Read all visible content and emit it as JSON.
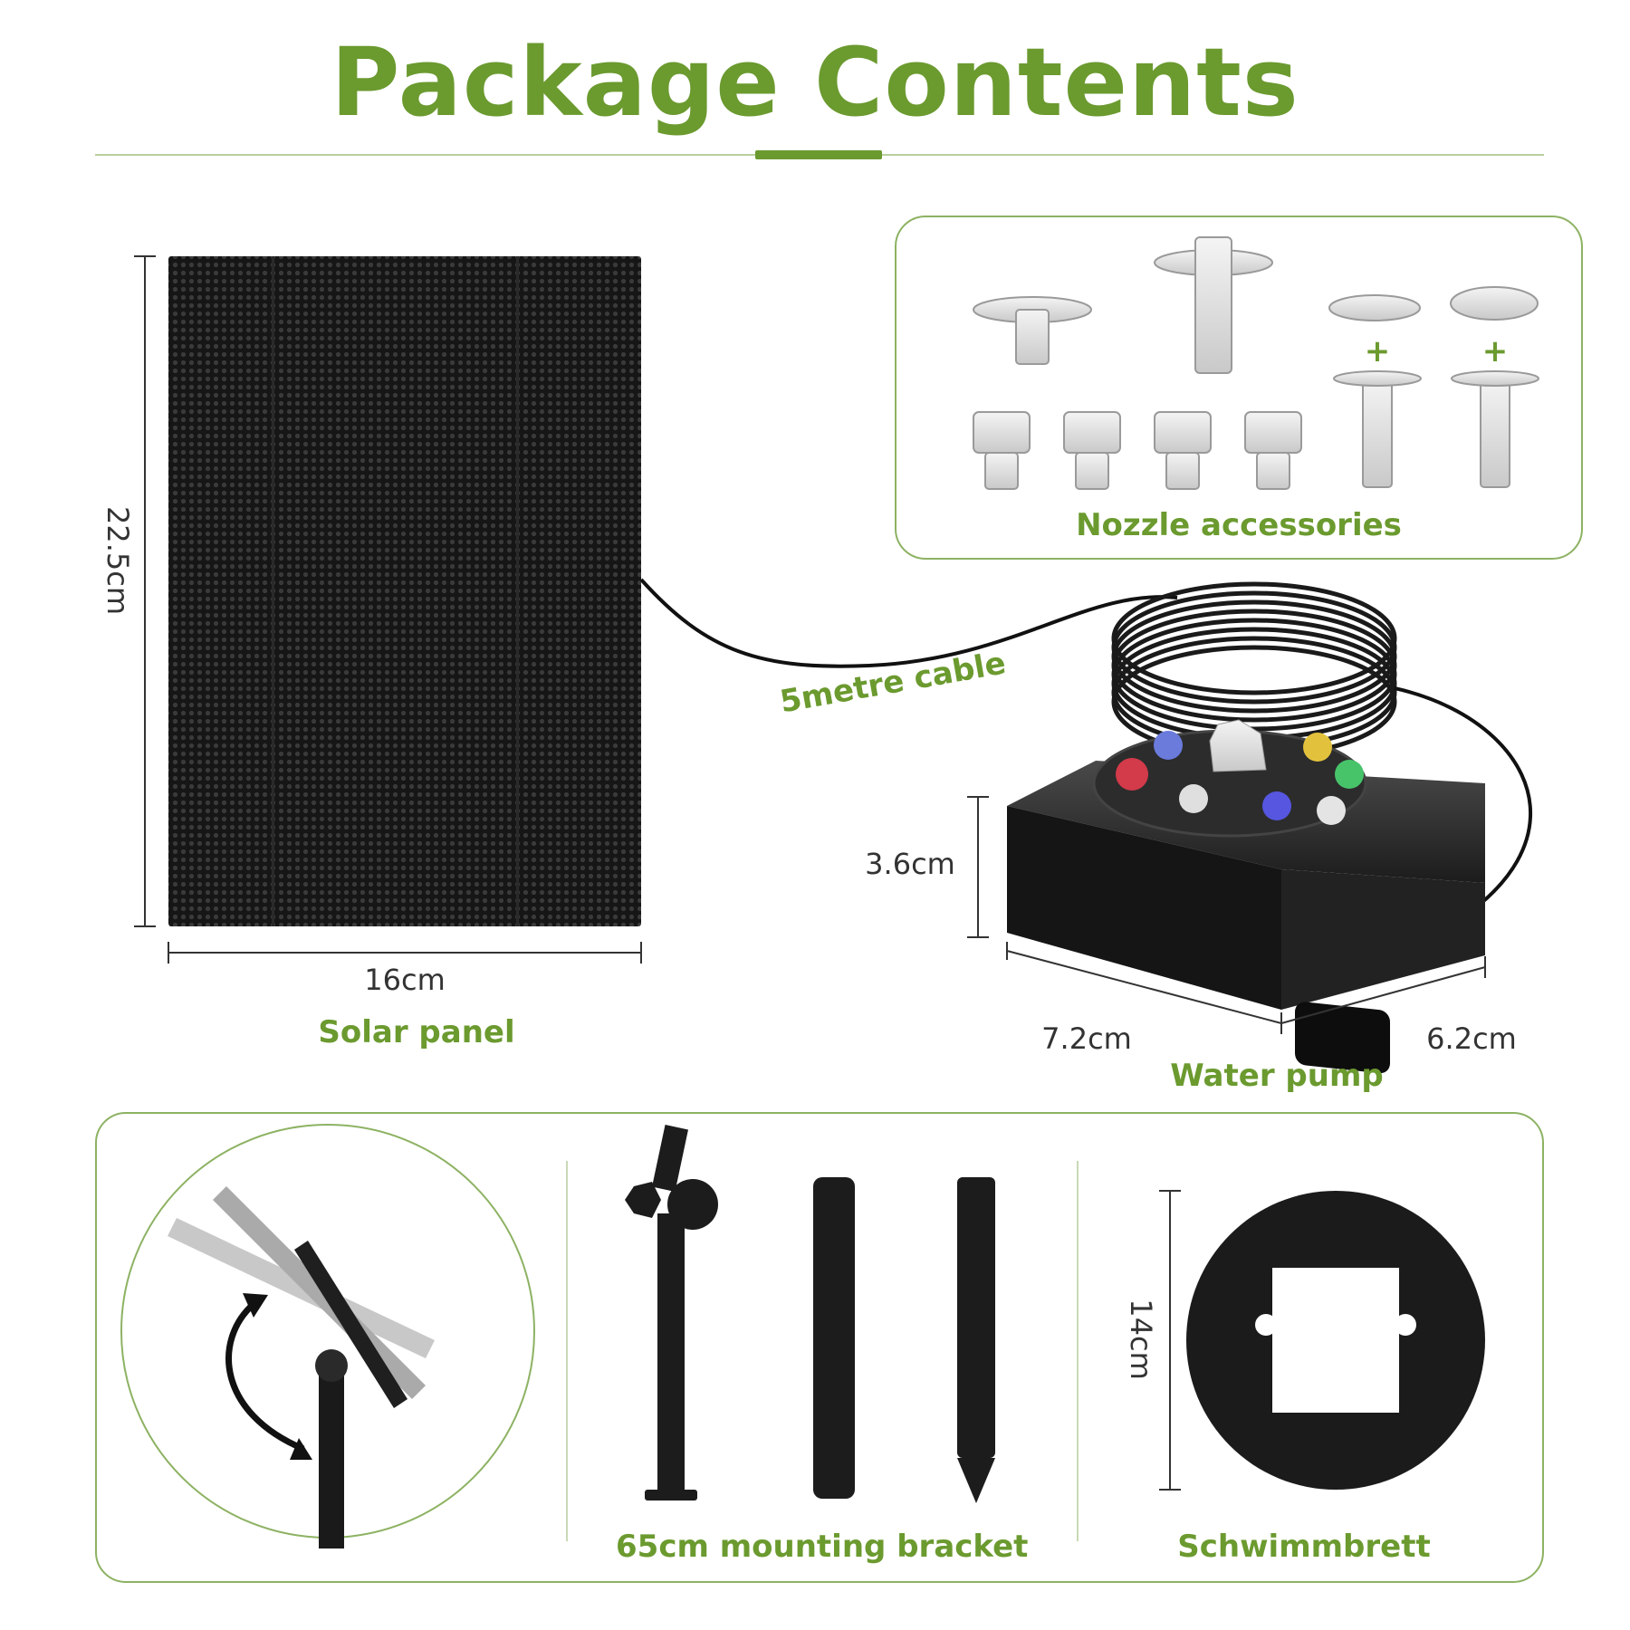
{
  "title": "Package Contents",
  "labels": {
    "nozzles": "Nozzle accessories",
    "cable": "5metre cable",
    "solar_panel": "Solar panel",
    "water_pump": "Water pump",
    "bracket": "65cm mounting bracket",
    "float": "Schwimmbrett"
  },
  "dimensions": {
    "panel_height": "22.5cm",
    "panel_width": "16cm",
    "pump_height": "3.6cm",
    "pump_length": "7.2cm",
    "pump_width": "6.2cm",
    "float_diameter": "14cm"
  },
  "plus_signs": [
    "+",
    "+"
  ],
  "colors": {
    "accent": "#6b9a2f",
    "frame": "#8db263",
    "product": "#1a1a1a"
  }
}
